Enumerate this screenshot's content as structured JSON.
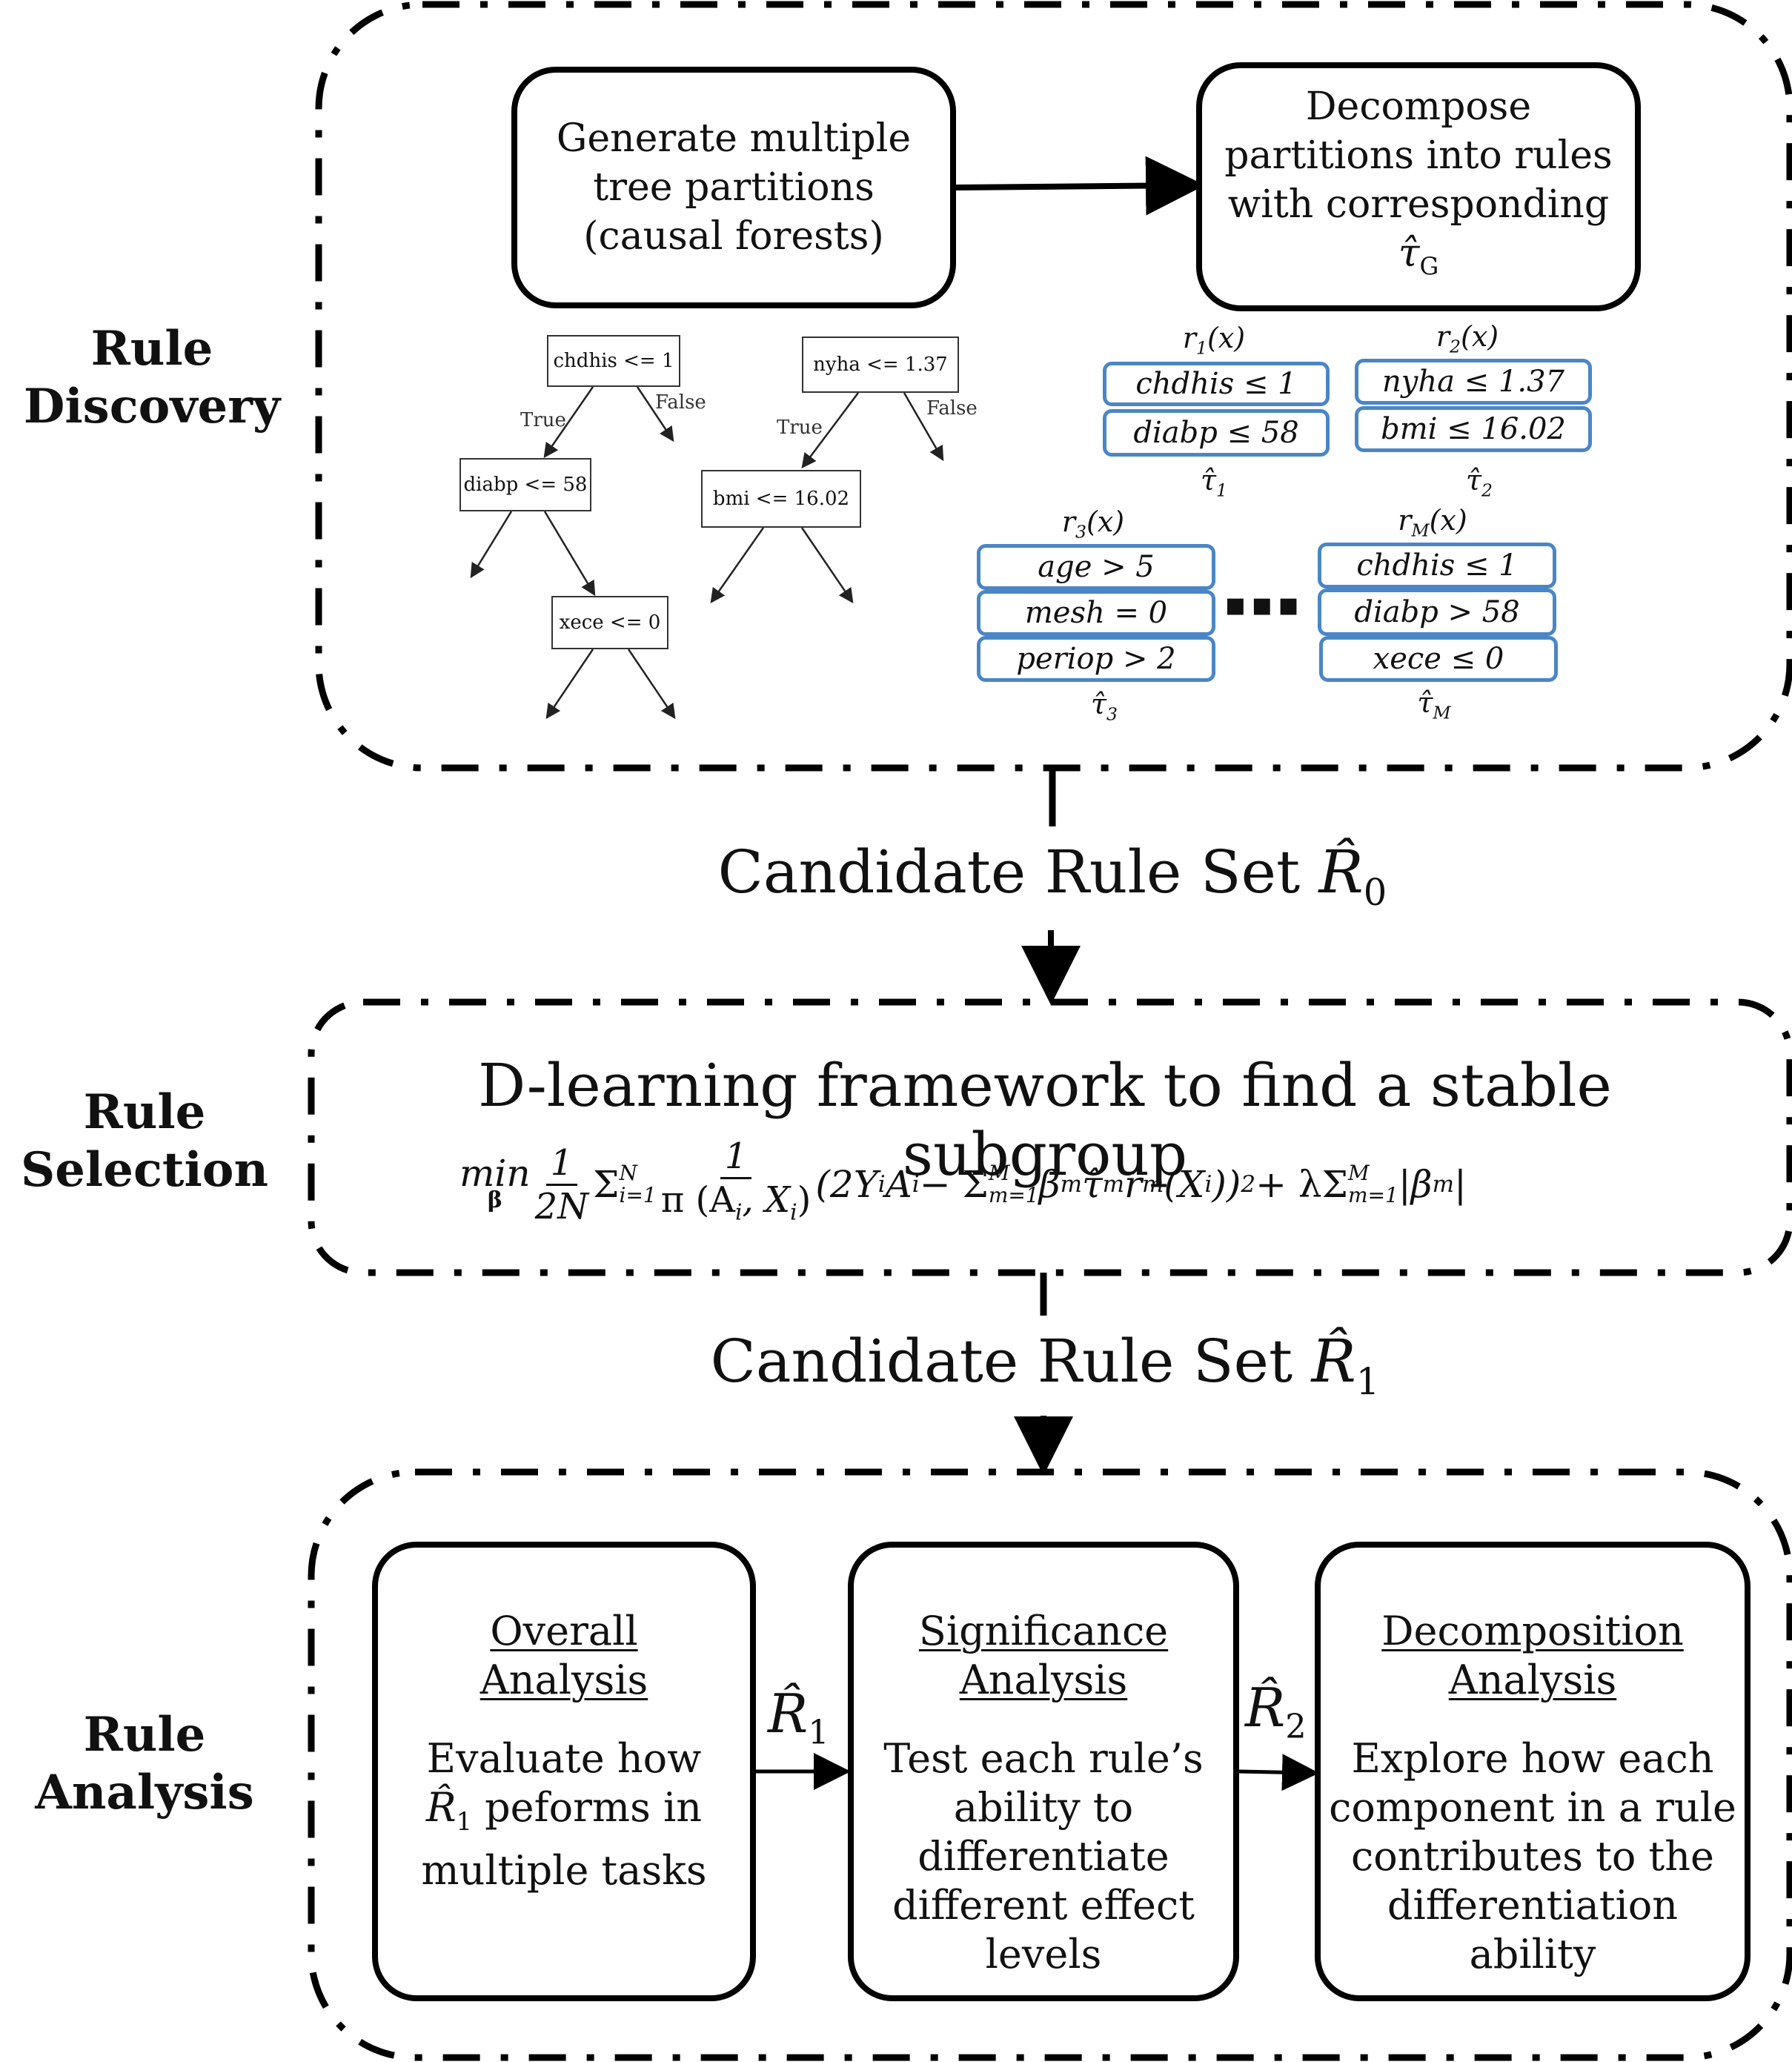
{
  "stages": {
    "discovery": {
      "line1": "Rule",
      "line2": "Discovery"
    },
    "selection": {
      "line1": "Rule",
      "line2": "Selection"
    },
    "analysis": {
      "line1": "Rule",
      "line2": "Analysis"
    }
  },
  "discovery": {
    "generate_box": [
      "Generate multiple",
      "tree partitions",
      "(causal forests)"
    ],
    "decompose_box": [
      "Decompose",
      "partitions into rules",
      "with corresponding"
    ],
    "decompose_tau": "τ̂",
    "decompose_tau_sub": "G",
    "tree1": {
      "root": "chdhis <= 1",
      "left": "diabp <= 58",
      "leftright": "xece <= 0",
      "true_label": "True",
      "false_label": "False"
    },
    "tree2": {
      "root": "nyha <= 1.37",
      "left": "bmi <= 16.02",
      "true_label": "True",
      "false_label": "False"
    },
    "rules": [
      {
        "head": "r",
        "head_sub": "1",
        "conds": [
          "chdhis ≤  1",
          "diabp ≤ 58"
        ],
        "tau": "τ̂",
        "tau_sub": "1"
      },
      {
        "head": "r",
        "head_sub": "2",
        "conds": [
          "nyha ≤ 1.37",
          "bmi ≤ 16.02"
        ],
        "tau": "τ̂",
        "tau_sub": "2"
      },
      {
        "head": "r",
        "head_sub": "3",
        "conds": [
          "age > 5",
          "mesh = 0",
          "periop > 2"
        ],
        "tau": "τ̂",
        "tau_sub": "3"
      },
      {
        "head": "r",
        "head_sub": "M",
        "conds": [
          "chdhis ≤  1",
          "diabp > 58",
          "xece ≤ 0"
        ],
        "tau": "τ̂",
        "tau_sub": "M"
      }
    ],
    "rule_arg": "(x)",
    "ellipsis": "▪▪▪"
  },
  "candidate0": {
    "text": "Candidate Rule Set ",
    "symbol": "R̂",
    "sub": "0"
  },
  "selection": {
    "title": "D-learning framework to find a stable subgroup",
    "formula": {
      "min": "min",
      "min_sub": "β",
      "frac1_num": "1",
      "frac1_den": "2N",
      "sum1": "Σ",
      "sum1_sup": "N",
      "sum1_sub": "i=1",
      "frac2_num": "1",
      "frac2_den": "π (A",
      "frac2_den_i": "i",
      "frac2_den_rest": ", X",
      "frac2_den_i2": "i",
      "frac2_den_close": ")",
      "body1": "(2Y",
      "body1_i": "i",
      "body2": "A",
      "body2_i": "i",
      "body3": " − Σ",
      "sum2_sup": "M",
      "sum2_sub": "m=1",
      "body4": "β",
      "body4_m": "m",
      "body5": "τ̂",
      "body5_m": "m",
      "body6": "r̂",
      "body6_m": "m",
      "body7": "(X",
      "body7_i": "i",
      "body8": "))",
      "body8_sup": "2",
      "body9": " + λΣ",
      "sum3_sup": "M",
      "sum3_sub": "m=1",
      "body10": "|β",
      "body10_m": "m",
      "body11": "|"
    }
  },
  "candidate1": {
    "text": "Candidate Rule Set ",
    "symbol": "R̂",
    "sub": "1"
  },
  "analysis": {
    "overall": {
      "title1": "Overall",
      "title2": "Analysis",
      "line1": "Evaluate how",
      "line2_sym": "R̂",
      "line2_sub": "1",
      "line2_rest": " peforms in",
      "line3": "multiple tasks"
    },
    "significance": {
      "title1": "Significance",
      "title2": "Analysis",
      "lines": [
        "Test each rule’s",
        "ability to",
        "differentiate",
        "different effect",
        "levels"
      ]
    },
    "decomposition": {
      "title1": "Decomposition",
      "title2": "Analysis",
      "lines": [
        "Explore how each",
        "component in a rule",
        "contributes to the",
        "differentiation ability"
      ]
    },
    "arrow1": {
      "sym": "R̂",
      "sub": "1"
    },
    "arrow2": {
      "sym": "R̂",
      "sub": "2"
    }
  }
}
